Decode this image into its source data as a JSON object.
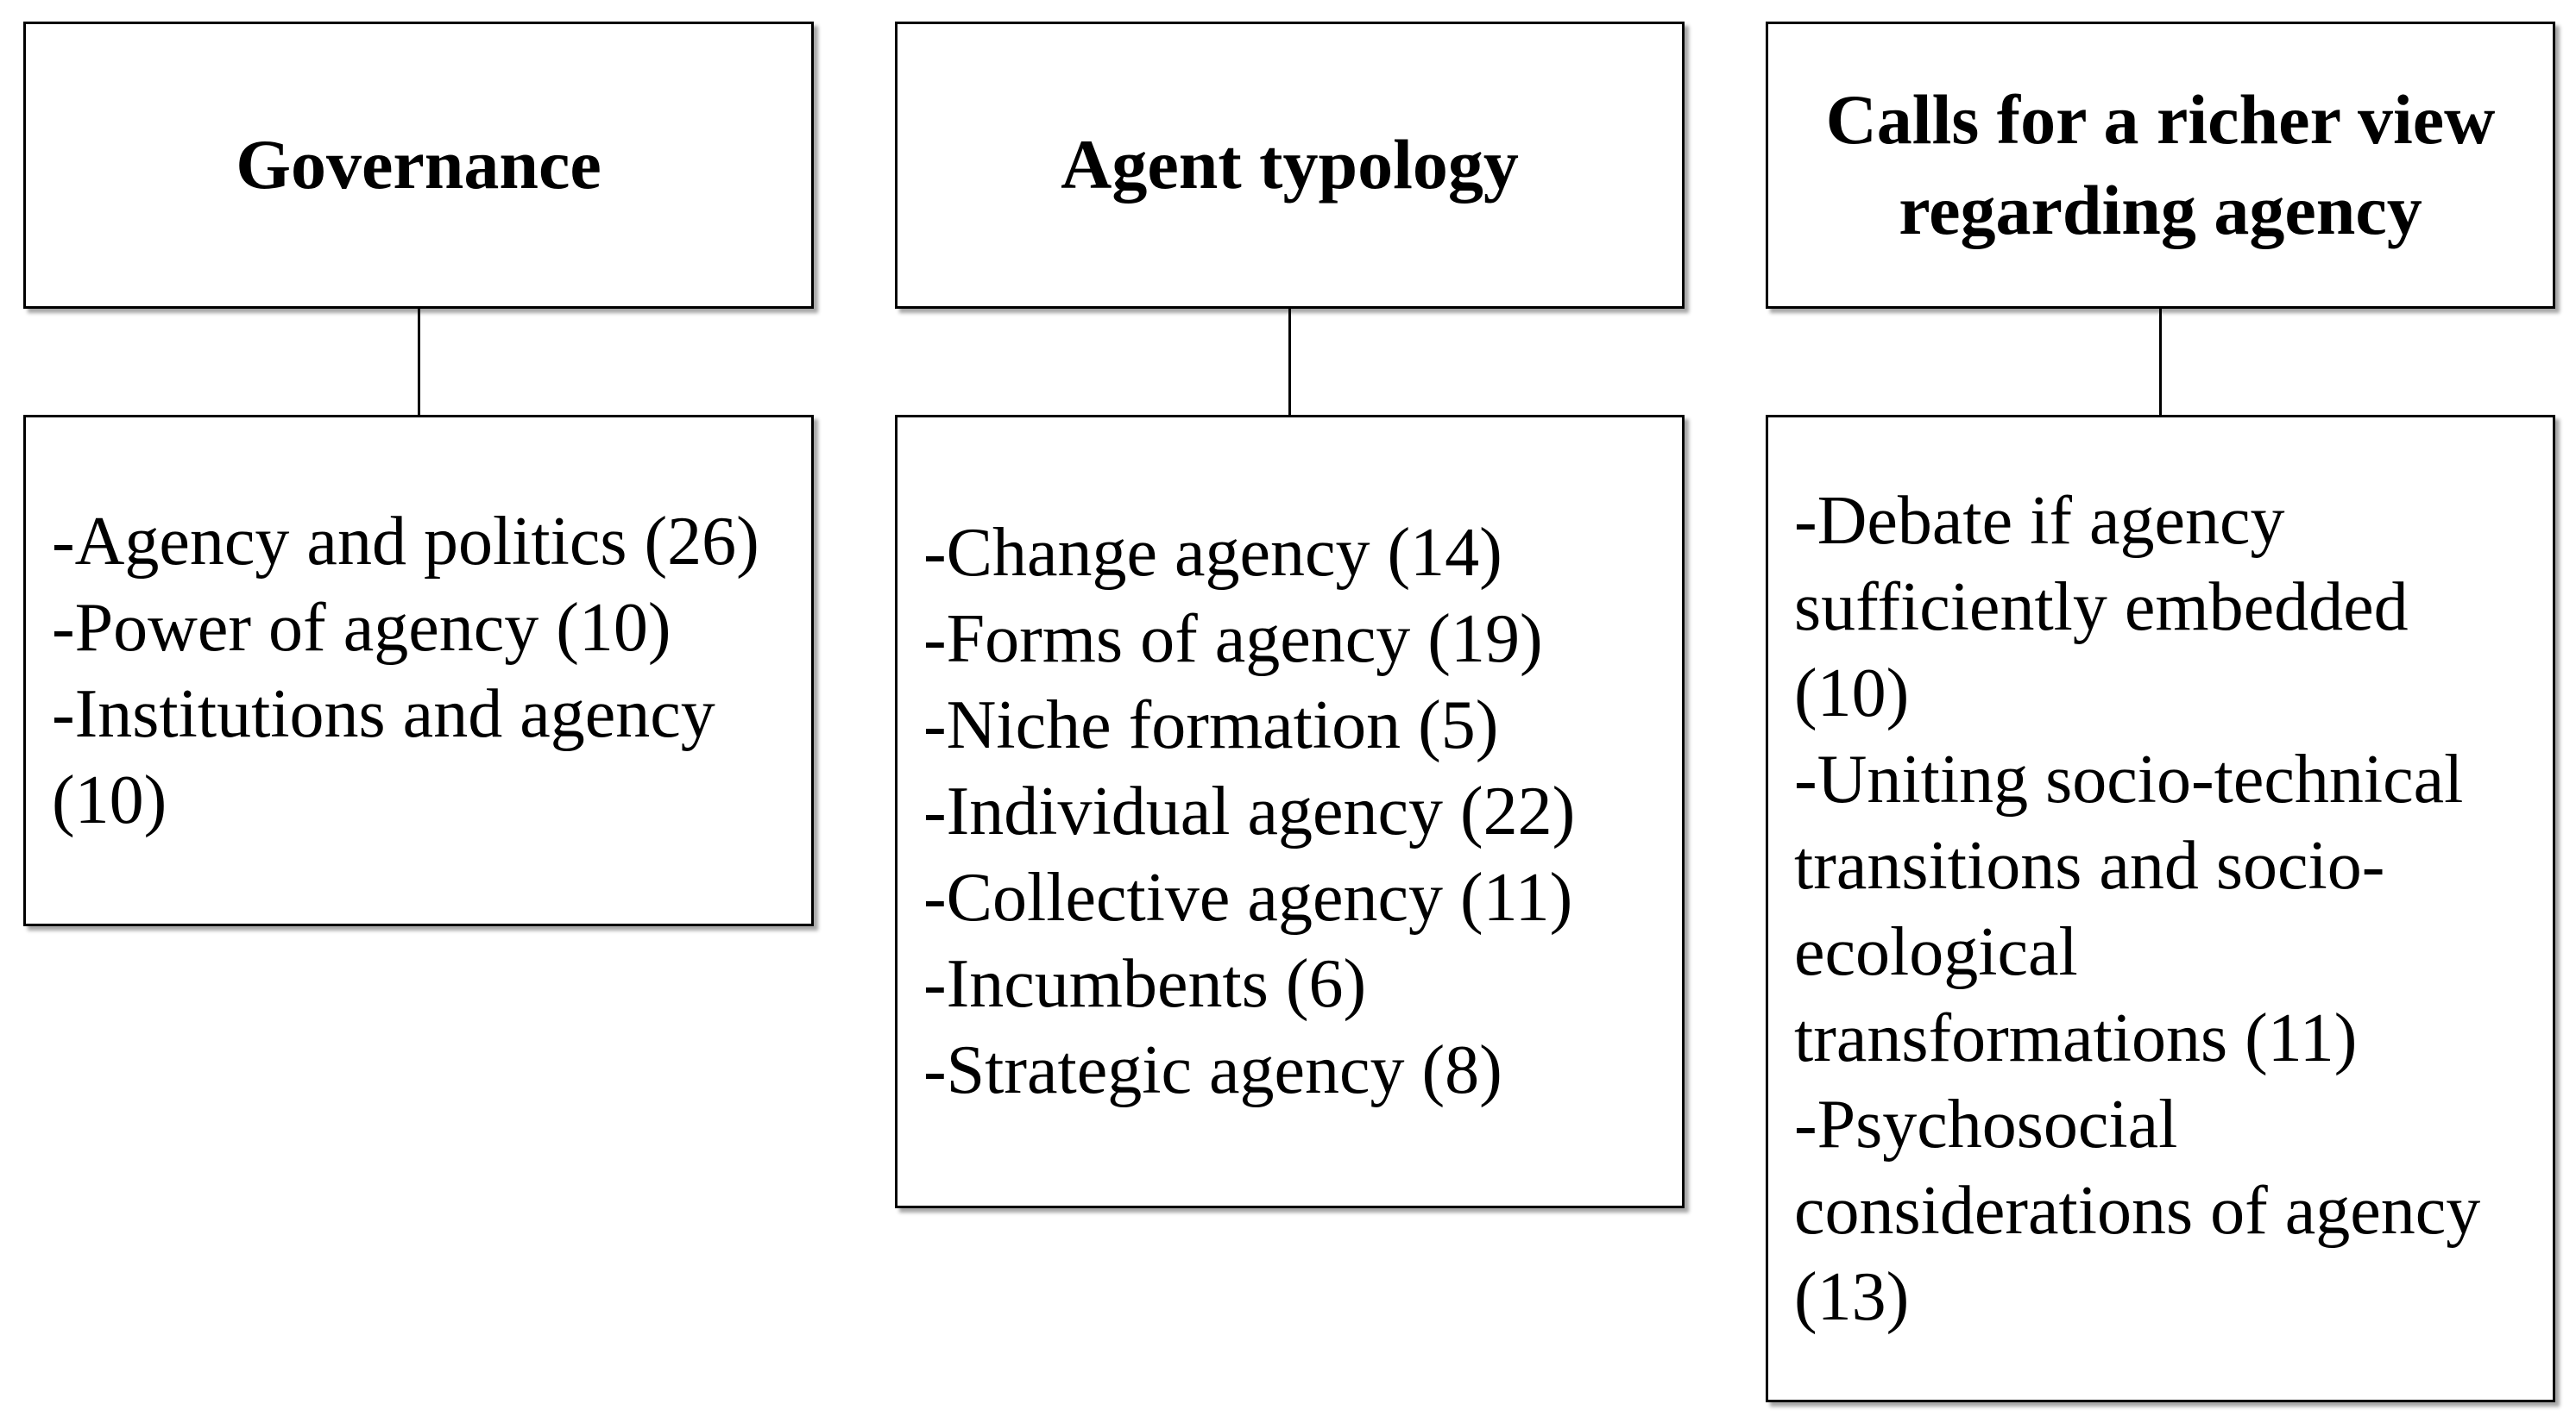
{
  "columns": [
    {
      "header": "Governance",
      "items": [
        "-Agency and politics (26)",
        "-Power of agency (10)",
        "-Institutions and agency (10)"
      ]
    },
    {
      "header": "Agent typology",
      "items": [
        "-Change agency (14)",
        "-Forms of agency (19)",
        "-Niche formation (5)",
        "-Individual agency (22)",
        "-Collective agency (11)",
        "-Incumbents (6)",
        "-Strategic agency (8)"
      ]
    },
    {
      "header": "Calls for a richer view regarding agency",
      "items": [
        "-Debate if agency sufficiently embedded (10)",
        "-Uniting socio-technical transitions and socio-ecological transformations (11)",
        "-Psychosocial considerations of agency (13)"
      ]
    }
  ]
}
